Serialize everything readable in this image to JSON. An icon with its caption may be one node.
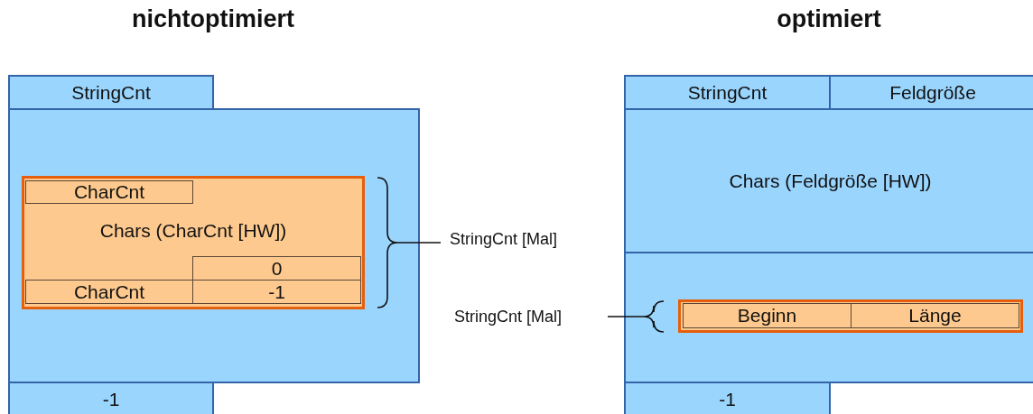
{
  "diagram": {
    "nodes": [
      {
        "text": [
          "StringCnt"
        ]
      },
      {
        "text": [],
        "shape": "box"
      },
      {
        "text": [
          "Chars (CharCnt [HW])"
        ],
        "in": 1
      },
      {
        "text": [
          "CharCnt"
        ],
        "in": 2
      },
      {
        "text": [
          "0"
        ],
        "in": 2
      },
      {
        "text": [
          "CharCnt"
        ],
        "in": 2
      },
      {
        "text": [
          "-1"
        ],
        "in": 2
      },
      {
        "text": [
          "-1"
        ]
      },
      {
        "text": [
          "StringCnt"
        ]
      },
      {
        "text": [
          "Feldgröße"
        ]
      },
      {
        "text": [
          "Chars (Feldgröße [HW])"
        ]
      },
      {
        "text": [],
        "shape": "box"
      },
      {
        "text": [],
        "shape": "box",
        "in": 11
      },
      {
        "text": [
          "Beginn"
        ],
        "in": 12
      },
      {
        "text": [
          "Länge"
        ],
        "in": 12
      },
      {
        "text": [
          "-1"
        ]
      }
    ],
    "labels": [
      "nichtoptimiert",
      "optimiert",
      "StringCnt [Mal]",
      "StringCnt [Mal]"
    ]
  }
}
